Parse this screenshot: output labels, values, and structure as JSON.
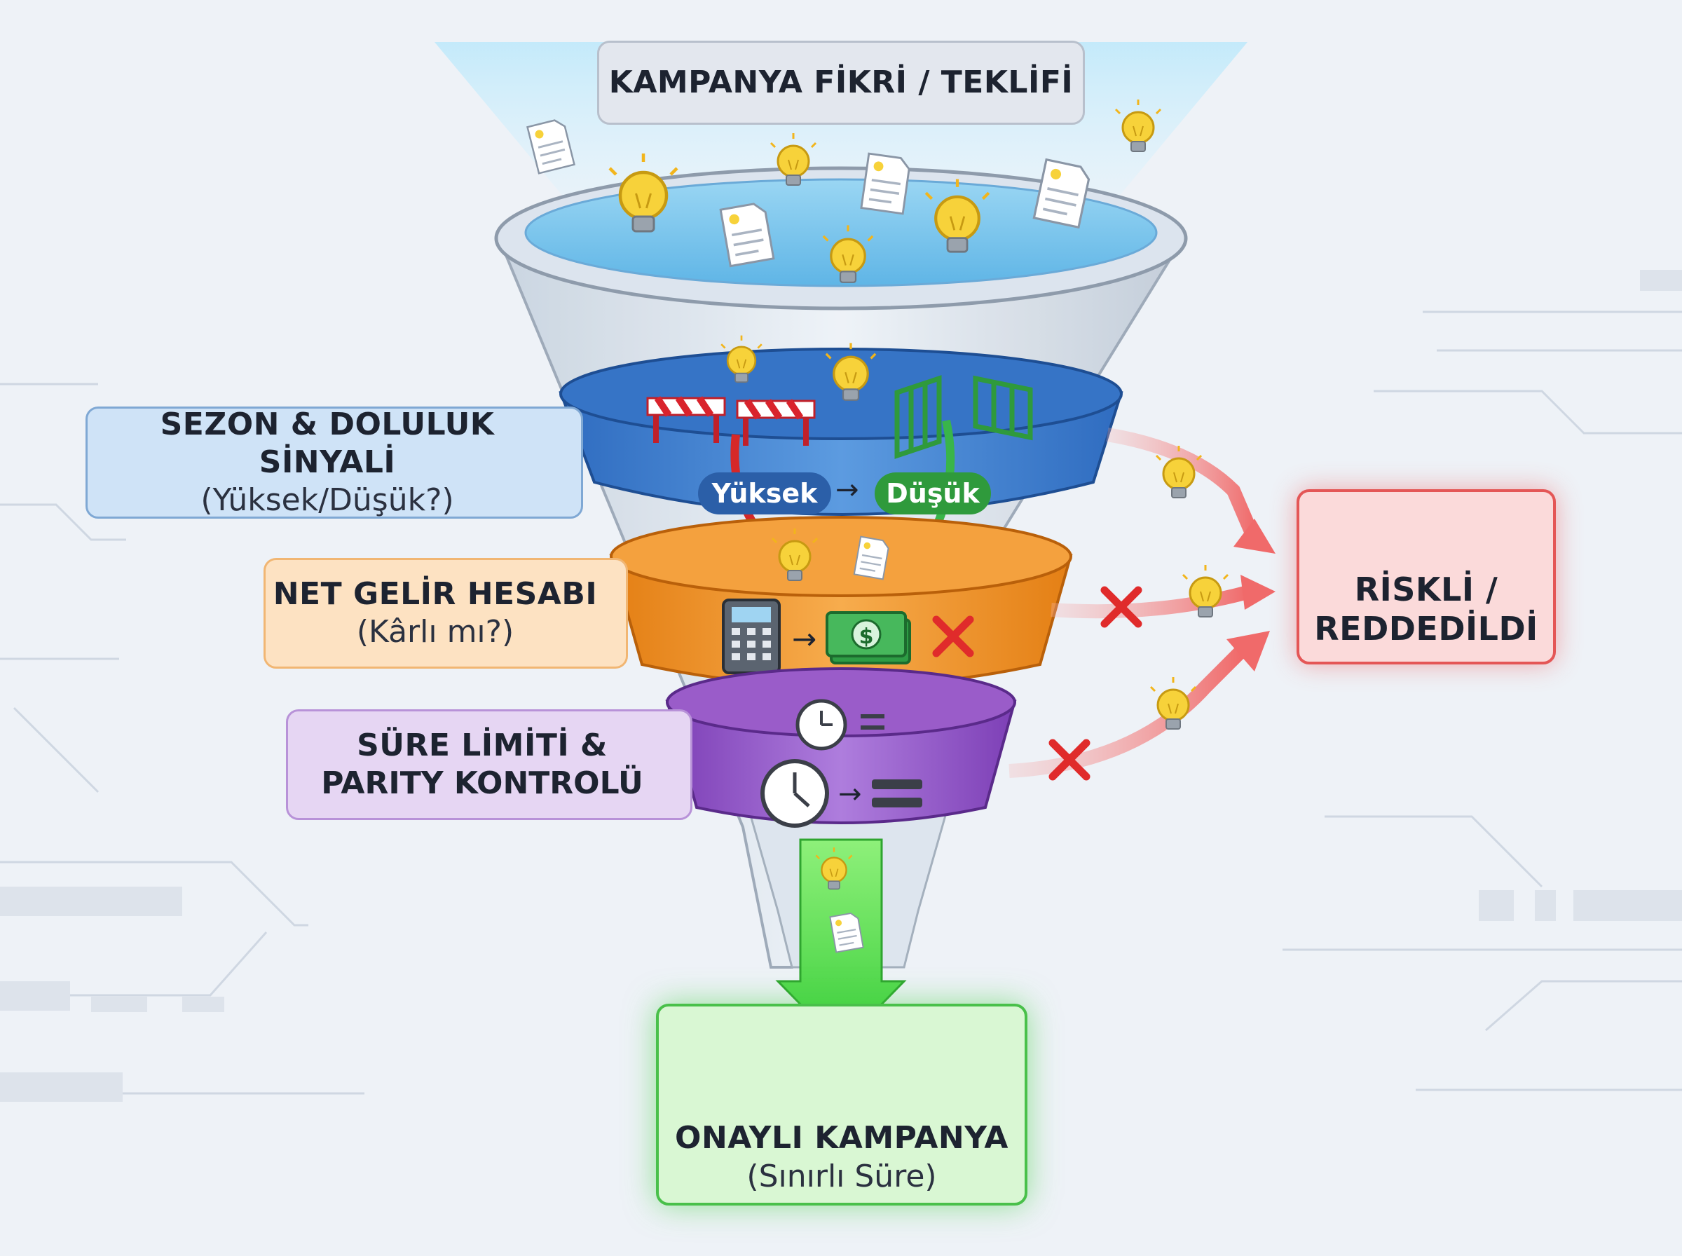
{
  "funnel": {
    "source_label": "KAMPANYA FİKRİ / TEKLİFİ",
    "stages": [
      {
        "title": "SEZON & DOLULUK SİNYALİ",
        "subtitle": "(Yüksek/Düşük?)",
        "color": "#3f7fcf"
      },
      {
        "title": "NET GELİR HESABI",
        "subtitle": "(Kârlı mı?)",
        "color": "#f0962c"
      },
      {
        "title": "SÜRE LİMİTİ &",
        "subtitle": "PARITY KONTROLÜ",
        "color": "#9a5cc9"
      }
    ],
    "signal": {
      "high": "Yüksek",
      "arrow": "→",
      "low": "Düşük"
    },
    "reject": {
      "label": "RİSKLİ / REDDEDİLDİ",
      "color": "#e45656"
    },
    "approved": {
      "title": "ONAYLI KAMPANYA",
      "subtitle": "(Sınırlı Süre)",
      "color": "#49c04a"
    }
  },
  "icons": [
    "lightbulb-icon",
    "document-icon",
    "barrier-icon",
    "gate-icon",
    "calculator-icon",
    "money-icon",
    "cross-icon",
    "clock-icon",
    "equals-icon",
    "trash-icon",
    "check-icon",
    "stopwatch-icon"
  ]
}
